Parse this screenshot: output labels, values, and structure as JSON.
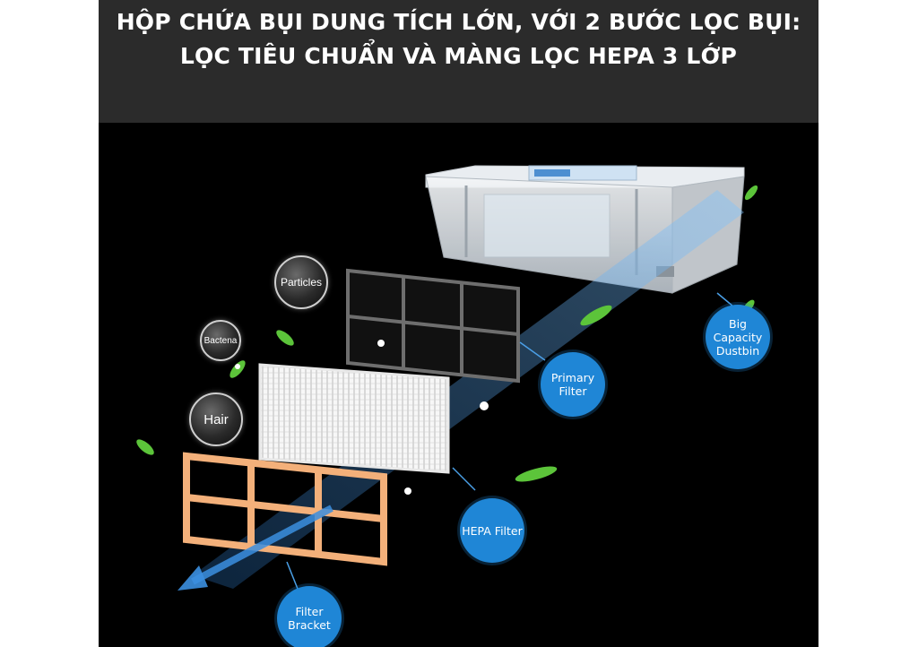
{
  "title": {
    "line1": "HỘP CHỨA BỤI DUNG TÍCH LỚN, VỚI 2 BƯỚC LỌC BỤI:",
    "line2": "LỌC TIÊU CHUẨN VÀ MÀNG LỌC HEPA 3 LỚP"
  },
  "callouts": {
    "dustbin": "Big Capacity Dustbin",
    "primary_filter": "Primary Filter",
    "hepa_filter": "HEPA Filter",
    "filter_bracket": "Filter Bracket"
  },
  "bubbles": {
    "particles": "Particles",
    "bacteria": "Bactena",
    "hair": "Hair"
  },
  "colors": {
    "banner": "#2b2b2b",
    "callout": "#1f86d6",
    "bracket": "#f3b07a",
    "leaf": "#5cc43a"
  }
}
